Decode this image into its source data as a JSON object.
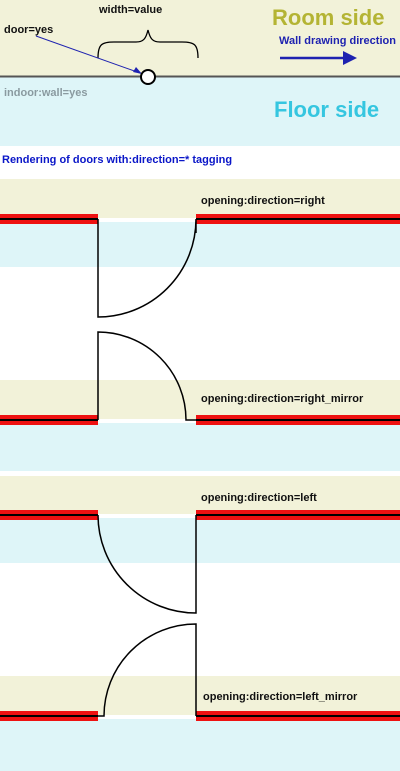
{
  "header": {
    "width_label": "width=value",
    "door_label": "door=yes",
    "room_side": "Room side",
    "wall_direction": "Wall drawing direction",
    "indoor_wall": "indoor:wall=yes",
    "floor_side": "Floor side"
  },
  "section_title": "Rendering of doors with:direction=* tagging",
  "examples": [
    {
      "label": "opening:direction=right"
    },
    {
      "label": "opening:direction=right_mirror"
    },
    {
      "label": "opening:direction=left"
    },
    {
      "label": "opening:direction=left_mirror"
    }
  ],
  "colors": {
    "room_fill": "#f2f2d9",
    "floor_fill": "#def5f8",
    "wall_red": "#ee1111",
    "wall_black": "#000000",
    "arrow_blue": "#1e22b0",
    "room_text": "#b4b434",
    "floor_text": "#35c6e0"
  }
}
